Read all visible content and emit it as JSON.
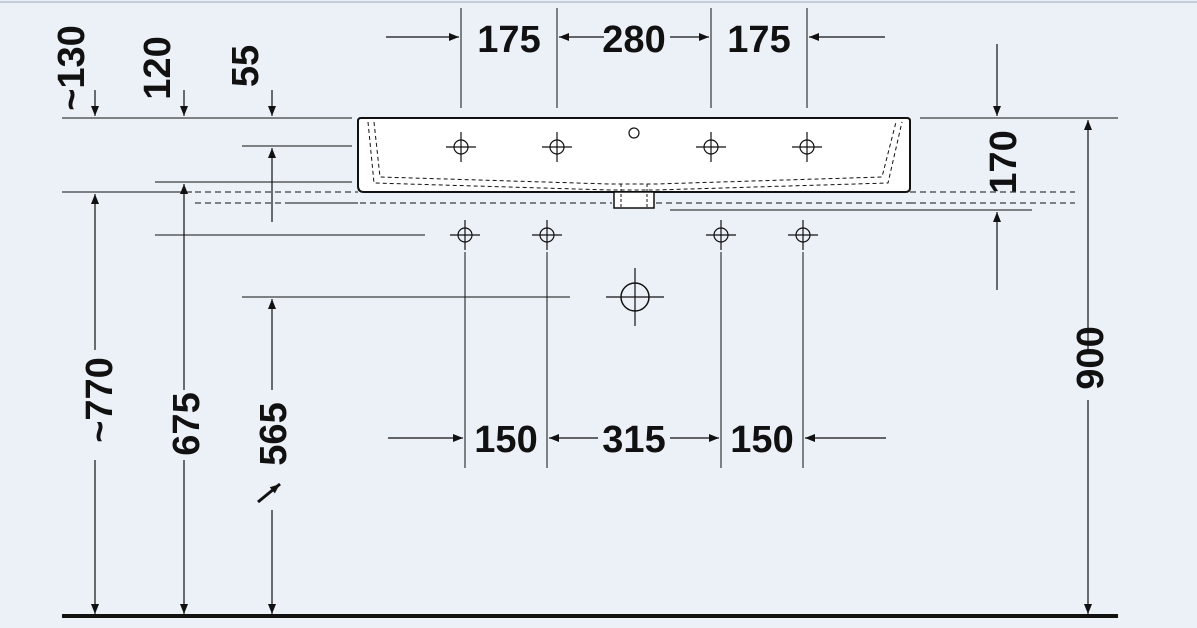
{
  "dimensions": {
    "top_spacing_left": "175",
    "top_spacing_center": "280",
    "top_spacing_right": "175",
    "bottom_spacing_left": "150",
    "bottom_spacing_center": "315",
    "bottom_spacing_right": "150",
    "height_130": "~130",
    "height_120": "120",
    "height_55": "55",
    "basin_height": "170",
    "overall_height": "900",
    "height_770": "~770",
    "height_675": "675",
    "height_565": "565"
  },
  "colors": {
    "background": "#ecf1f8",
    "line": "#111111",
    "basin_fill": "#ffffff"
  }
}
